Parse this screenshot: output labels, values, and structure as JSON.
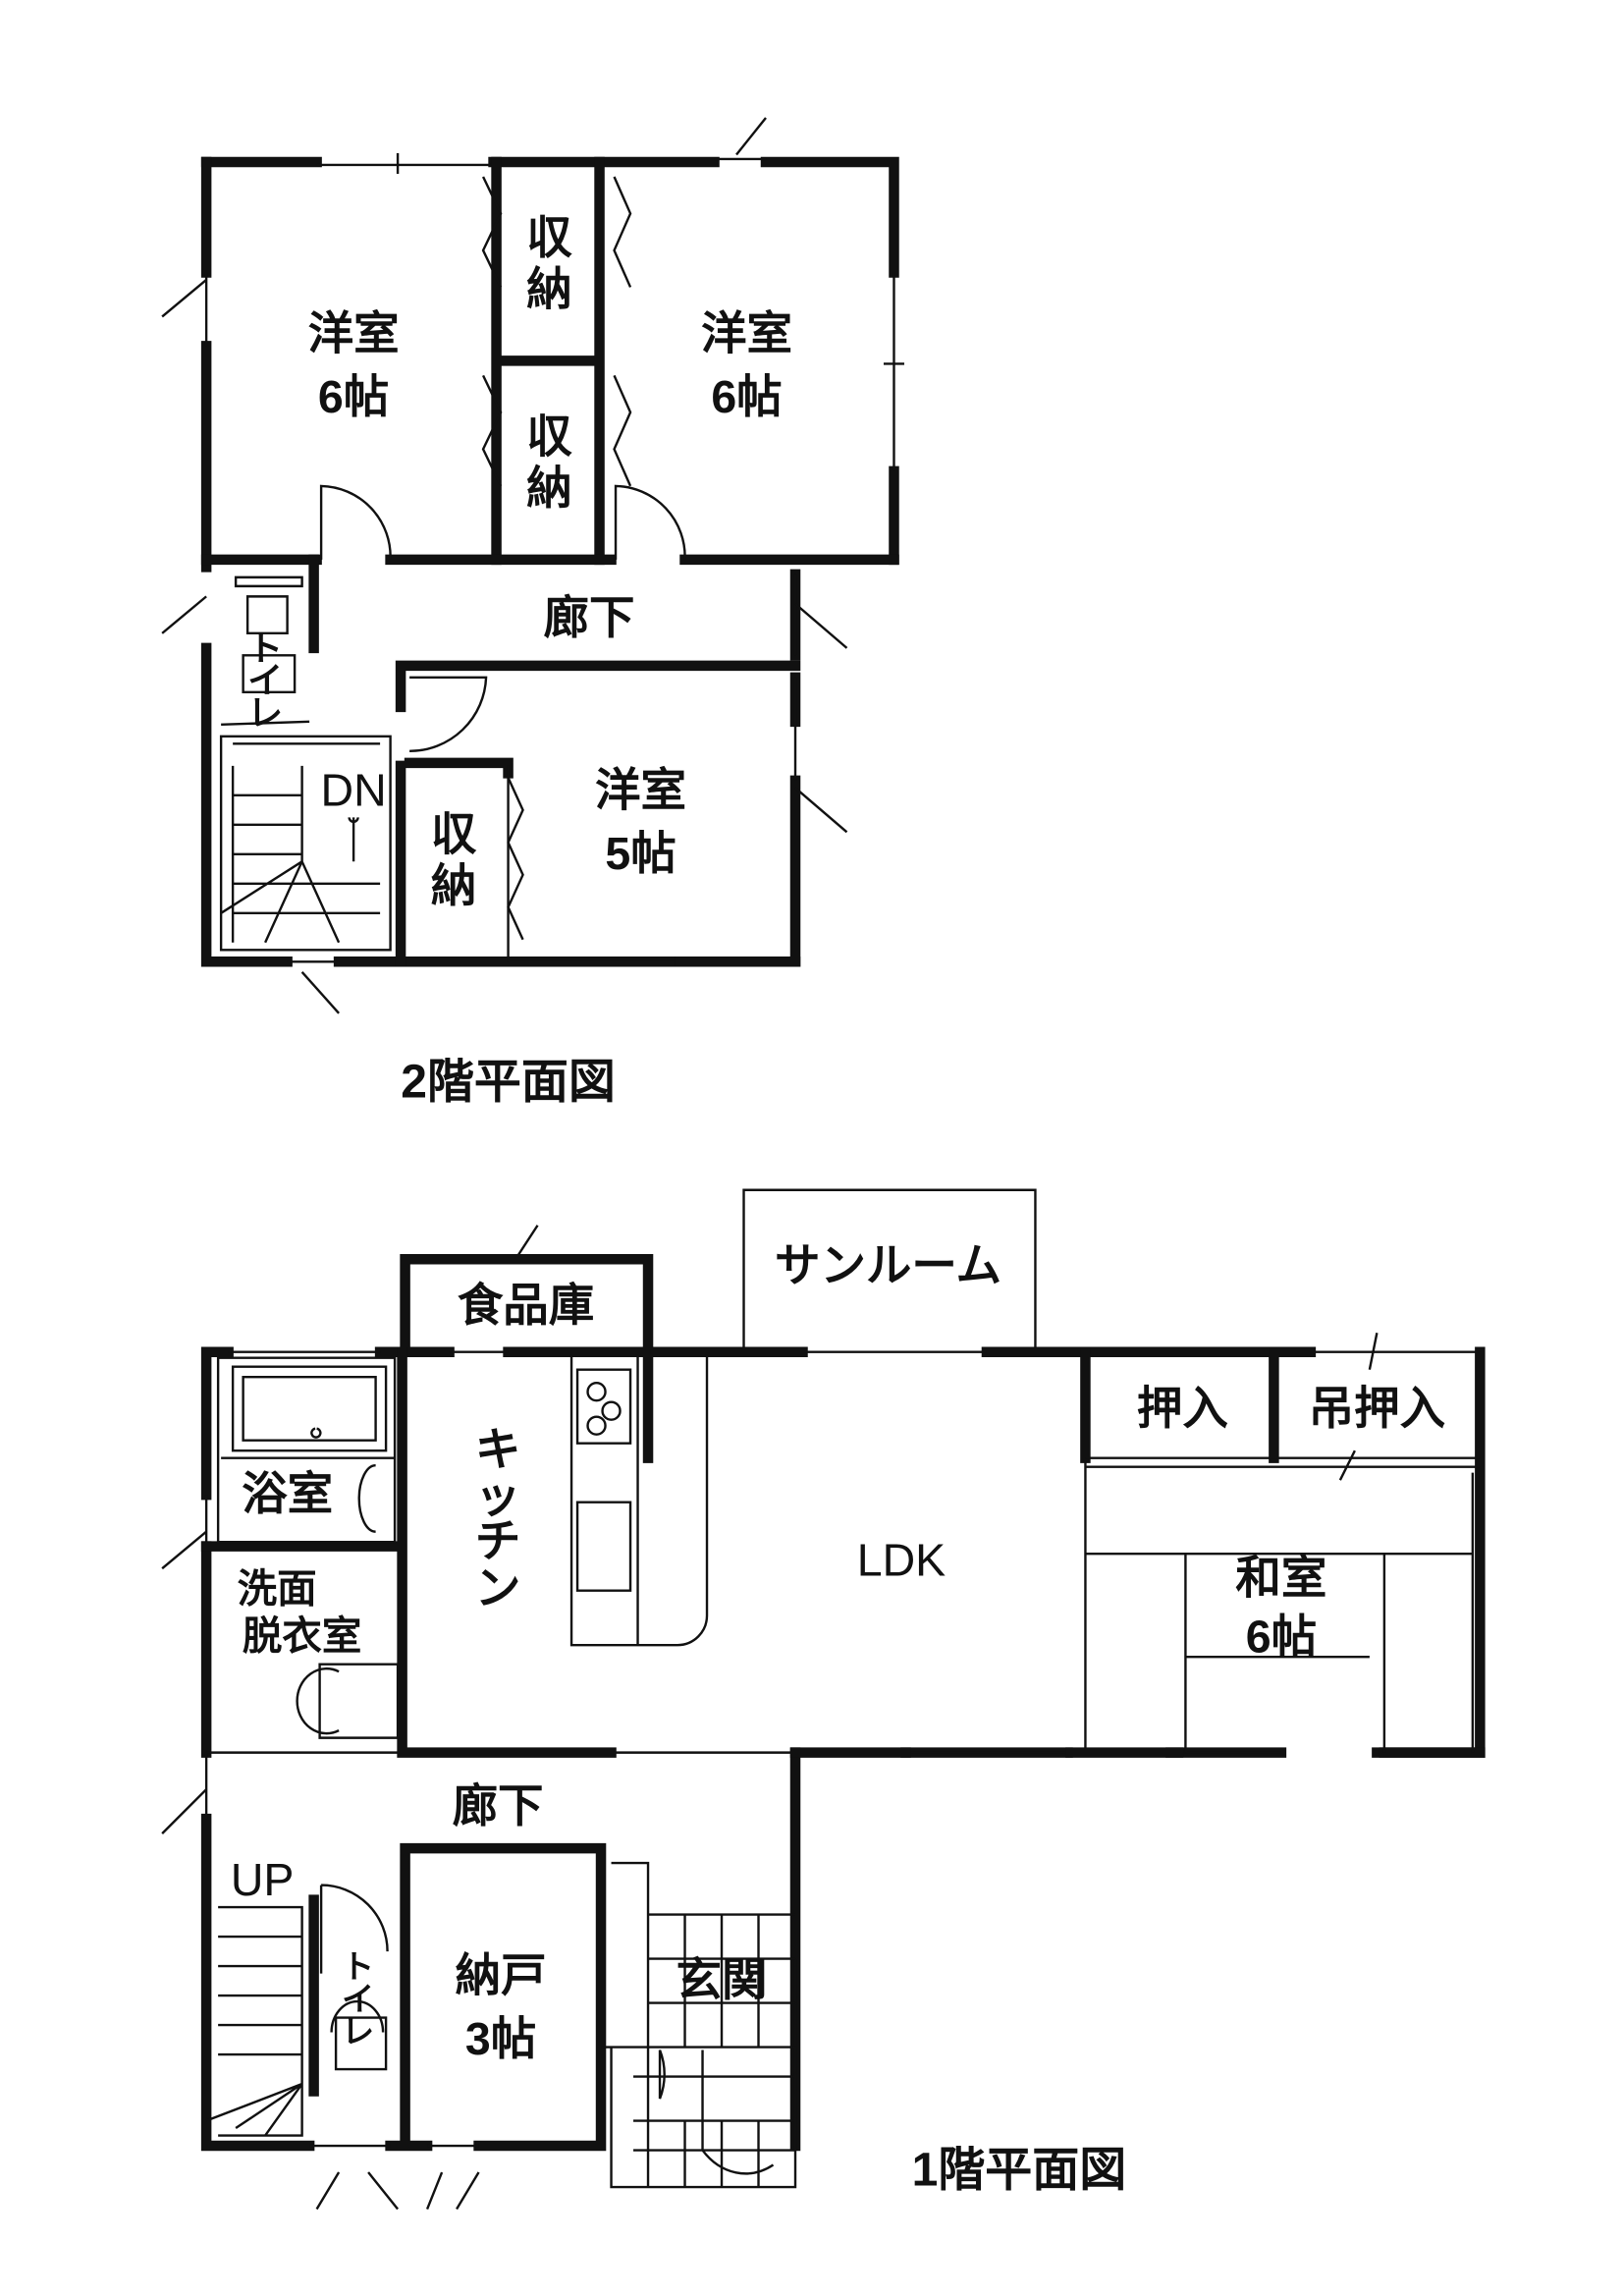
{
  "floor2": {
    "title": "2階平面図",
    "rooms": {
      "western_room_a": [
        "洋室",
        "6帖"
      ],
      "storage_a": [
        "収",
        "納"
      ],
      "storage_b": [
        "収",
        "納"
      ],
      "western_room_b": [
        "洋室",
        "6帖"
      ],
      "hallway": "廊下",
      "toilet": [
        "ト",
        "イ",
        "レ"
      ],
      "stairs": "DN",
      "storage_c": [
        "収",
        "納"
      ],
      "western_room_c": [
        "洋室",
        "5帖"
      ]
    }
  },
  "floor1": {
    "title": "1階平面図",
    "rooms": {
      "pantry": "食品庫",
      "sunroom": "サンルーム",
      "kitchen": [
        "キ",
        "ッ",
        "チ",
        "ン"
      ],
      "ldk": "LDK",
      "closet": "押入",
      "upper_closet": "吊押入",
      "japanese_room": [
        "和室",
        "6帖"
      ],
      "bathroom": "浴室",
      "washroom": [
        "洗面",
        "脱衣室"
      ],
      "hallway": "廊下",
      "stairs": "UP",
      "toilet": [
        "ト",
        "イ",
        "レ"
      ],
      "storeroom": [
        "納戸",
        "3帖"
      ],
      "entrance": "玄関"
    }
  }
}
